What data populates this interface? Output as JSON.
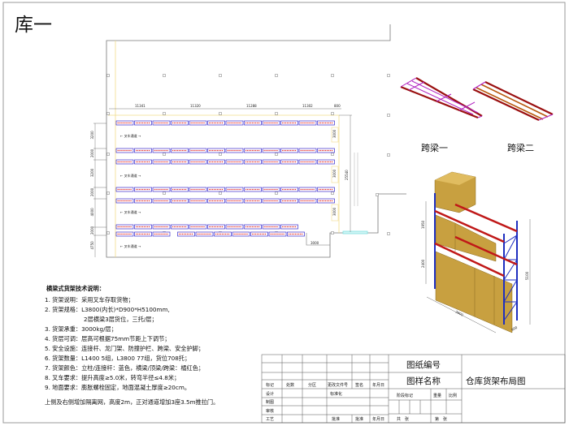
{
  "title": "库一",
  "floor_plan": {
    "top_dims": [
      "11341",
      "11320",
      "11288",
      "11302",
      "800"
    ],
    "left_dims": [
      "3200",
      "2000",
      "3200",
      "2000",
      "4000",
      "2000",
      "4750"
    ],
    "right_dims": [
      "3000",
      "3000",
      "3000"
    ],
    "overall_dim": "25540",
    "bottom_dim": "3000",
    "aisle_label": "← 叉车通道 →"
  },
  "beams": {
    "beam1_label": "跨梁一",
    "beam2_label": "跨梁二"
  },
  "rack3d": {
    "dim_top": "1950",
    "dim_mid": "2400",
    "dim_height": "5100",
    "dim_length": "3800",
    "dim_depth": "900"
  },
  "notes": {
    "heading": "横梁式货架技术说明：",
    "lines": [
      "1. 货架说明：采用叉车存取货物；",
      "2. 货架规格：L3800(内长)*D900*H5100mm,",
      "2层横梁3层货位，三托/层；",
      "3. 货架承重：3000kg/层；",
      "4. 货层可调：层高可根据75mm节距上下调节；",
      "5. 安全设施：连接杆、龙门架、防撞护栏、跨梁、安全护脚；",
      "6. 货架数量：L1400 5组，L3800 77组，货位708托；",
      "7. 货架颜色：立柱/连接杆：蓝色，横梁/顶梁/跨梁：橘红色；",
      "8. 叉车要求：提升高度≥5.0米，转弯半径≤4.8米；",
      "9. 地面要求：膨胀螺栓固定，地面混凝土厚度≥20cm。"
    ],
    "footer": "上侧及右侧增加隔离网，高度2m，正对通道增加3座3.5m推拉门。"
  },
  "title_block": {
    "header_cols": [
      "标记",
      "处数",
      "分区",
      "更改文件号",
      "签名",
      "年月日"
    ],
    "row_labels": [
      "设计",
      "制图",
      "审核",
      "工艺"
    ],
    "standardization": "标准化",
    "approve1": "批准",
    "approve2": "批准",
    "date_label": "年月日",
    "drawing_no_label": "图纸编号",
    "drawing_name_label": "图样名称",
    "drawing_name": "仓库货架布局图",
    "stage_mark": "阶段标记",
    "weight": "重量",
    "scale": "比例",
    "total_sheets": "共　张",
    "sheet_no": "第　张"
  },
  "colors": {
    "rack_beam": "#e03030",
    "rack_frame": "#3a2ccc",
    "wall": "#777777",
    "yellow_line": "#f2dc8a",
    "door": "#7fe0e0",
    "upright_blue": "#1f2fc0",
    "beam_red": "#c01818",
    "box": "#c8a040",
    "magenta": "#b020c0",
    "orange_bar": "#b85a10"
  }
}
